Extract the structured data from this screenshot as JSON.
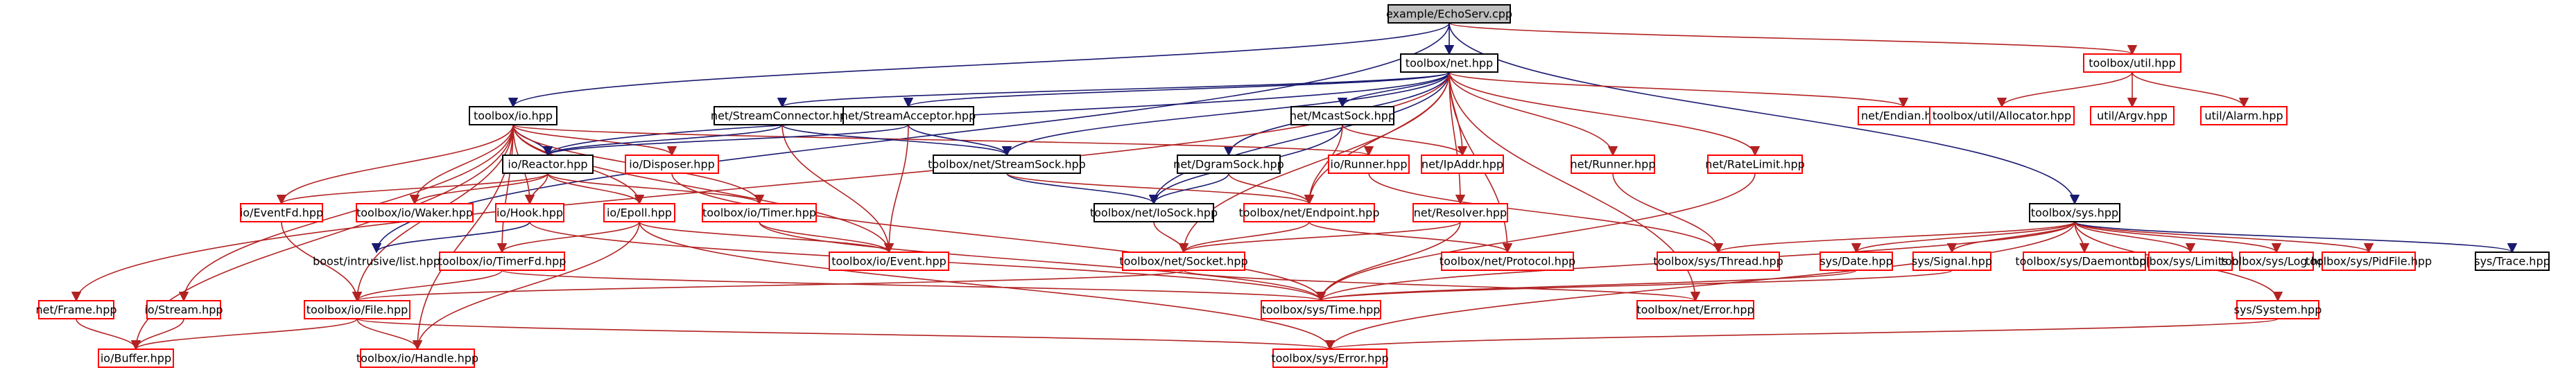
{
  "colors": {
    "root_fill": "#bfbfbf",
    "border_black": "#000000",
    "border_red": "#ff0000",
    "node_fill": "#ffffff",
    "text": "#000000",
    "edge_blue": "#191970",
    "edge_red": "#b22222"
  },
  "nodes": [
    {
      "id": "root",
      "label": "example/EchoServ.cpp",
      "style": "root"
    },
    {
      "id": "net",
      "label": "toolbox/net.hpp",
      "style": "black"
    },
    {
      "id": "util",
      "label": "toolbox/util.hpp",
      "style": "red"
    },
    {
      "id": "io",
      "label": "toolbox/io.hpp",
      "style": "black"
    },
    {
      "id": "stream_connector",
      "label": "net/StreamConnector.hpp",
      "style": "black"
    },
    {
      "id": "stream_acceptor",
      "label": "net/StreamAcceptor.hpp",
      "style": "black"
    },
    {
      "id": "mcast_sock",
      "label": "net/McastSock.hpp",
      "style": "black"
    },
    {
      "id": "net_endian",
      "label": "net/Endian.hpp",
      "style": "red"
    },
    {
      "id": "util_allocator",
      "label": "toolbox/util/Allocator.hpp",
      "style": "red"
    },
    {
      "id": "util_argv",
      "label": "util/Argv.hpp",
      "style": "red"
    },
    {
      "id": "util_alarm",
      "label": "util/Alarm.hpp",
      "style": "red"
    },
    {
      "id": "io_reactor",
      "label": "io/Reactor.hpp",
      "style": "black"
    },
    {
      "id": "io_disposer",
      "label": "io/Disposer.hpp",
      "style": "red"
    },
    {
      "id": "net_stream_sock",
      "label": "toolbox/net/StreamSock.hpp",
      "style": "black"
    },
    {
      "id": "io_runner",
      "label": "io/Runner.hpp",
      "style": "red"
    },
    {
      "id": "net_ip_addr",
      "label": "net/IpAddr.hpp",
      "style": "red"
    },
    {
      "id": "net_runner",
      "label": "net/Runner.hpp",
      "style": "red"
    },
    {
      "id": "net_rate_limit",
      "label": "net/RateLimit.hpp",
      "style": "red"
    },
    {
      "id": "net_dgram_sock",
      "label": "net/DgramSock.hpp",
      "style": "black"
    },
    {
      "id": "io_event_fd",
      "label": "io/EventFd.hpp",
      "style": "red"
    },
    {
      "id": "io_waker",
      "label": "toolbox/io/Waker.hpp",
      "style": "red"
    },
    {
      "id": "io_hook",
      "label": "io/Hook.hpp",
      "style": "red"
    },
    {
      "id": "io_epoll",
      "label": "io/Epoll.hpp",
      "style": "red"
    },
    {
      "id": "io_timer",
      "label": "toolbox/io/Timer.hpp",
      "style": "red"
    },
    {
      "id": "net_io_sock",
      "label": "toolbox/net/IoSock.hpp",
      "style": "black"
    },
    {
      "id": "net_endpoint",
      "label": "toolbox/net/Endpoint.hpp",
      "style": "red"
    },
    {
      "id": "net_resolver",
      "label": "net/Resolver.hpp",
      "style": "red"
    },
    {
      "id": "sys",
      "label": "toolbox/sys.hpp",
      "style": "black"
    },
    {
      "id": "boost_list",
      "label": "boost/intrusive/list.hpp",
      "style": "none"
    },
    {
      "id": "io_timer_fd",
      "label": "toolbox/io/TimerFd.hpp",
      "style": "red"
    },
    {
      "id": "io_event",
      "label": "toolbox/io/Event.hpp",
      "style": "red"
    },
    {
      "id": "net_socket",
      "label": "toolbox/net/Socket.hpp",
      "style": "red"
    },
    {
      "id": "net_protocol",
      "label": "toolbox/net/Protocol.hpp",
      "style": "red"
    },
    {
      "id": "sys_thread",
      "label": "toolbox/sys/Thread.hpp",
      "style": "red"
    },
    {
      "id": "sys_date",
      "label": "sys/Date.hpp",
      "style": "red"
    },
    {
      "id": "sys_signal",
      "label": "sys/Signal.hpp",
      "style": "red"
    },
    {
      "id": "sys_daemon",
      "label": "toolbox/sys/Daemon.hpp",
      "style": "red"
    },
    {
      "id": "sys_limits",
      "label": "toolbox/sys/Limits.hpp",
      "style": "red"
    },
    {
      "id": "sys_log",
      "label": "toolbox/sys/Log.hpp",
      "style": "red"
    },
    {
      "id": "sys_pid_file",
      "label": "toolbox/sys/PidFile.hpp",
      "style": "red"
    },
    {
      "id": "sys_trace",
      "label": "sys/Trace.hpp",
      "style": "black"
    },
    {
      "id": "net_frame",
      "label": "net/Frame.hpp",
      "style": "red"
    },
    {
      "id": "io_stream",
      "label": "io/Stream.hpp",
      "style": "red"
    },
    {
      "id": "io_file",
      "label": "toolbox/io/File.hpp",
      "style": "red"
    },
    {
      "id": "sys_time",
      "label": "toolbox/sys/Time.hpp",
      "style": "red"
    },
    {
      "id": "net_error",
      "label": "toolbox/net/Error.hpp",
      "style": "red"
    },
    {
      "id": "sys_system",
      "label": "sys/System.hpp",
      "style": "red"
    },
    {
      "id": "io_buffer",
      "label": "io/Buffer.hpp",
      "style": "red"
    },
    {
      "id": "io_handle",
      "label": "toolbox/io/Handle.hpp",
      "style": "red"
    },
    {
      "id": "sys_error",
      "label": "toolbox/sys/Error.hpp",
      "style": "red"
    }
  ],
  "edges": [
    [
      "root",
      "net"
    ],
    [
      "root",
      "util"
    ],
    [
      "root",
      "io"
    ],
    [
      "root",
      "sys"
    ],
    [
      "root",
      "boost_list"
    ],
    [
      "util",
      "util_allocator"
    ],
    [
      "util",
      "util_argv"
    ],
    [
      "util",
      "util_alarm"
    ],
    [
      "net",
      "stream_connector"
    ],
    [
      "net",
      "stream_acceptor"
    ],
    [
      "net",
      "mcast_sock"
    ],
    [
      "net",
      "net_endian"
    ],
    [
      "net",
      "net_stream_sock"
    ],
    [
      "net",
      "net_ip_addr"
    ],
    [
      "net",
      "net_runner"
    ],
    [
      "net",
      "net_rate_limit"
    ],
    [
      "net",
      "net_dgram_sock"
    ],
    [
      "net",
      "net_io_sock"
    ],
    [
      "net",
      "net_endpoint"
    ],
    [
      "net",
      "net_resolver"
    ],
    [
      "net",
      "net_socket"
    ],
    [
      "net",
      "net_protocol"
    ],
    [
      "net",
      "net_error"
    ],
    [
      "net",
      "net_frame"
    ],
    [
      "net",
      "io_reactor"
    ],
    [
      "io",
      "io_reactor"
    ],
    [
      "io",
      "io_disposer"
    ],
    [
      "io",
      "io_runner"
    ],
    [
      "io",
      "io_event_fd"
    ],
    [
      "io",
      "io_waker"
    ],
    [
      "io",
      "io_hook"
    ],
    [
      "io",
      "io_epoll"
    ],
    [
      "io",
      "io_timer"
    ],
    [
      "io",
      "io_timer_fd"
    ],
    [
      "io",
      "io_event"
    ],
    [
      "io",
      "io_stream"
    ],
    [
      "io",
      "io_file"
    ],
    [
      "io",
      "io_buffer"
    ],
    [
      "io",
      "io_handle"
    ],
    [
      "stream_connector",
      "net_stream_sock"
    ],
    [
      "stream_connector",
      "io_reactor"
    ],
    [
      "stream_connector",
      "io_event"
    ],
    [
      "stream_acceptor",
      "net_stream_sock"
    ],
    [
      "stream_acceptor",
      "io_reactor"
    ],
    [
      "stream_acceptor",
      "io_event"
    ],
    [
      "mcast_sock",
      "net_io_sock"
    ],
    [
      "mcast_sock",
      "net_ip_addr"
    ],
    [
      "mcast_sock",
      "net_endpoint"
    ],
    [
      "io_reactor",
      "io_event_fd"
    ],
    [
      "io_reactor",
      "io_waker"
    ],
    [
      "io_reactor",
      "io_hook"
    ],
    [
      "io_reactor",
      "io_epoll"
    ],
    [
      "io_reactor",
      "io_timer"
    ],
    [
      "io_disposer",
      "sys_time"
    ],
    [
      "net_stream_sock",
      "net_io_sock"
    ],
    [
      "net_stream_sock",
      "net_endpoint"
    ],
    [
      "io_runner",
      "sys_thread"
    ],
    [
      "net_runner",
      "sys_thread"
    ],
    [
      "net_rate_limit",
      "sys_time"
    ],
    [
      "net_dgram_sock",
      "net_io_sock"
    ],
    [
      "net_dgram_sock",
      "net_endpoint"
    ],
    [
      "io_event_fd",
      "io_file"
    ],
    [
      "io_hook",
      "boost_list"
    ],
    [
      "io_hook",
      "sys_time"
    ],
    [
      "io_epoll",
      "io_timer_fd"
    ],
    [
      "io_epoll",
      "io_event"
    ],
    [
      "io_epoll",
      "io_handle"
    ],
    [
      "io_epoll",
      "sys_error"
    ],
    [
      "io_timer",
      "io_event"
    ],
    [
      "io_timer",
      "sys_time"
    ],
    [
      "net_io_sock",
      "net_socket"
    ],
    [
      "net_endpoint",
      "net_socket"
    ],
    [
      "net_endpoint",
      "net_protocol"
    ],
    [
      "net_resolver",
      "net_socket"
    ],
    [
      "net_resolver",
      "sys_time"
    ],
    [
      "io_timer_fd",
      "io_file"
    ],
    [
      "io_timer_fd",
      "sys_time"
    ],
    [
      "net_socket",
      "io_file"
    ],
    [
      "net_socket",
      "net_error"
    ],
    [
      "io_stream",
      "io_buffer"
    ],
    [
      "net_frame",
      "io_buffer"
    ],
    [
      "io_file",
      "io_buffer"
    ],
    [
      "io_file",
      "io_handle"
    ],
    [
      "io_file",
      "sys_error"
    ],
    [
      "sys",
      "sys_thread"
    ],
    [
      "sys",
      "sys_date"
    ],
    [
      "sys",
      "sys_signal"
    ],
    [
      "sys",
      "sys_daemon"
    ],
    [
      "sys",
      "sys_limits"
    ],
    [
      "sys",
      "sys_log"
    ],
    [
      "sys",
      "sys_pid_file"
    ],
    [
      "sys",
      "sys_trace"
    ],
    [
      "sys",
      "sys_time"
    ],
    [
      "sys",
      "sys_system"
    ],
    [
      "sys",
      "sys_error"
    ],
    [
      "sys_date",
      "sys_time"
    ],
    [
      "sys_signal",
      "sys_time"
    ],
    [
      "sys_system",
      "sys_error"
    ]
  ]
}
